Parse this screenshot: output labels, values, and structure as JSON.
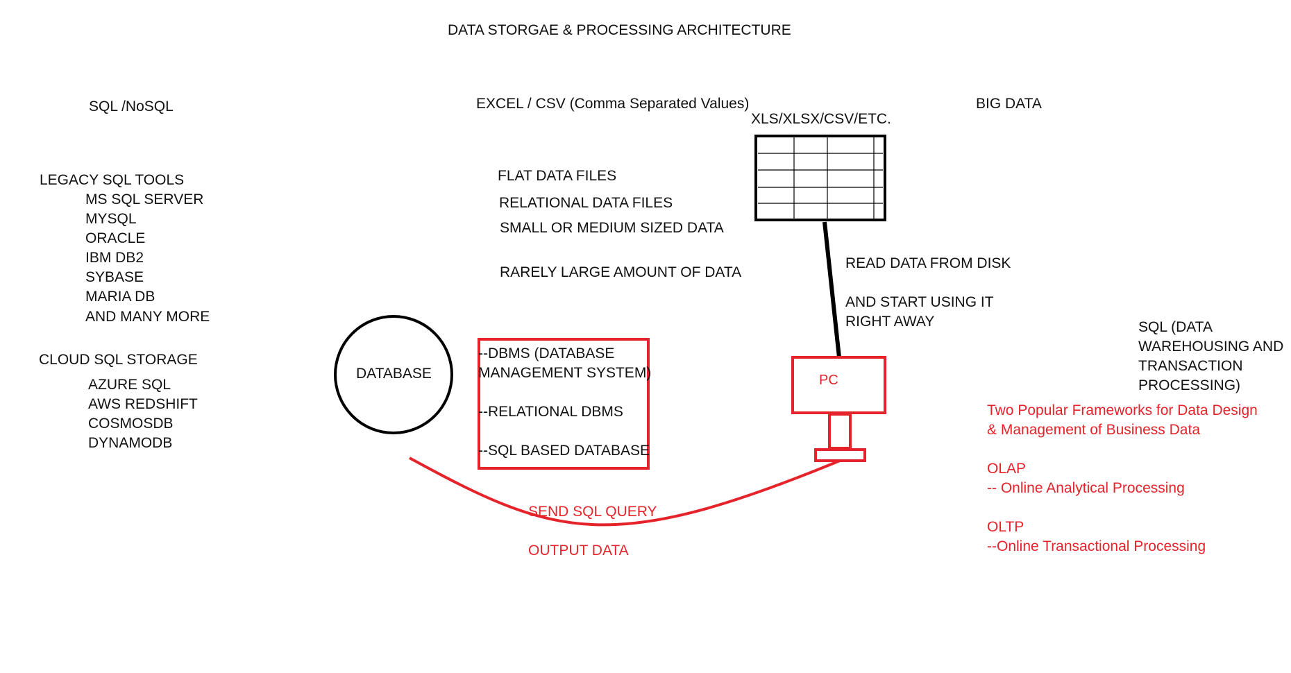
{
  "title": "DATA STORGAE & PROCESSING ARCHITECTURE",
  "left": {
    "heading": "SQL /NoSQL",
    "legacy": {
      "label": "LEGACY SQL TOOLS",
      "items": [
        "MS SQL SERVER",
        "MYSQL",
        "ORACLE",
        "IBM DB2",
        "SYBASE",
        "MARIA DB",
        "AND MANY MORE"
      ]
    },
    "cloud": {
      "label": "CLOUD SQL STORAGE",
      "items": [
        "AZURE SQL",
        "AWS REDSHIFT",
        "COSMOSDB",
        "DYNAMODB"
      ]
    }
  },
  "middle": {
    "heading": "EXCEL / CSV (Comma Separated Values)",
    "lines": [
      "FLAT DATA FILES",
      "RELATIONAL DATA FILES",
      "SMALL OR MEDIUM SIZED DATA",
      "RARELY LARGE AMOUNT OF DATA"
    ]
  },
  "diagram": {
    "file_types": "XLS/XLSX/CSV/ETC.",
    "database": "DATABASE",
    "dbms_lines": [
      "--DBMS (DATABASE",
      "MANAGEMENT SYSTEM)",
      "--RELATIONAL DBMS",
      "--SQL BASED DATABASE"
    ],
    "pc": "PC",
    "disk_lines": [
      "READ DATA FROM DISK",
      "AND START USING IT",
      "RIGHT AWAY"
    ],
    "send_query": "SEND SQL QUERY",
    "output": "OUTPUT DATA"
  },
  "right": {
    "heading": "BIG DATA",
    "sql_lines": [
      "SQL (DATA",
      "WAREHOUSING AND",
      "TRANSACTION",
      "PROCESSING)"
    ],
    "frameworks_lines": [
      "Two Popular Frameworks for Data Design",
      "& Management of Business Data"
    ],
    "olap": "OLAP",
    "olap_desc": "-- Online Analytical Processing",
    "oltp": "OLTP",
    "oltp_desc": "--Online Transactional Processing"
  },
  "colors": {
    "ink": "#000000",
    "accent_red": "#e5232b"
  }
}
